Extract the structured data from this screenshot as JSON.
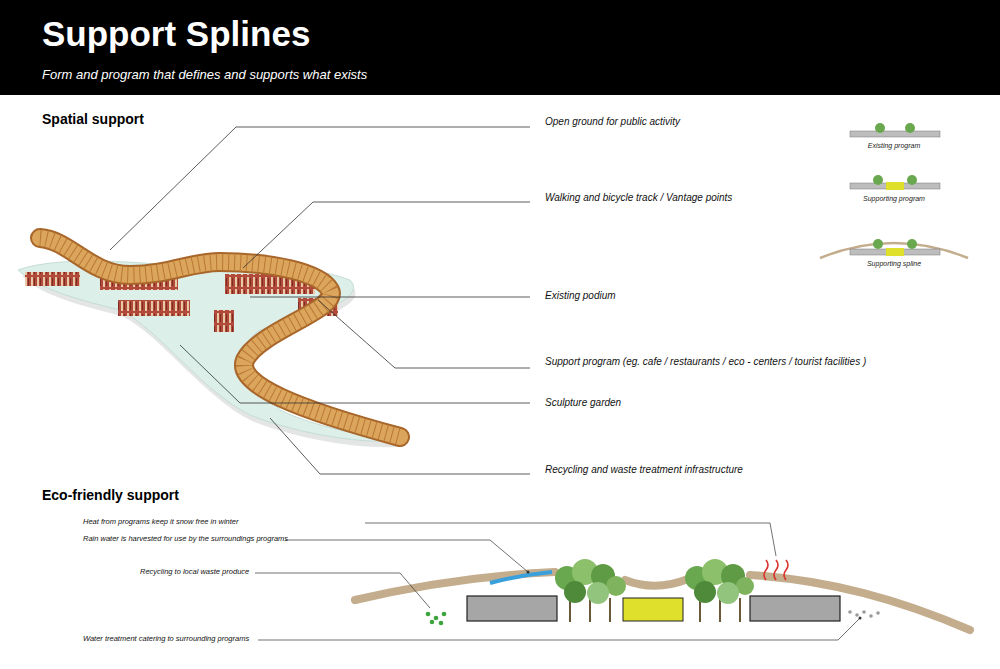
{
  "diagram": {
    "title": "Support Splines",
    "labels": [
      "Form and program that defines and supports what exists",
      "Spatial support",
      "Open ground for public activity",
      "Walking and bicycle track / Vantage points",
      "Existing podium",
      "Support program (eg. cafe / restaurants / eco - centers / tourist facilities )",
      "Sculpture garden",
      "Recycling and waste treatment infrastructure",
      "Existing program",
      "Supporting program",
      "Supporting spline",
      "Eco-friendly support",
      "Heat from programs keep it snow free in winter",
      "Rain water is harvested for use by the surroundings programs",
      "Recycling to local waste produce",
      "Water treatment catering to surrounding programs"
    ]
  }
}
